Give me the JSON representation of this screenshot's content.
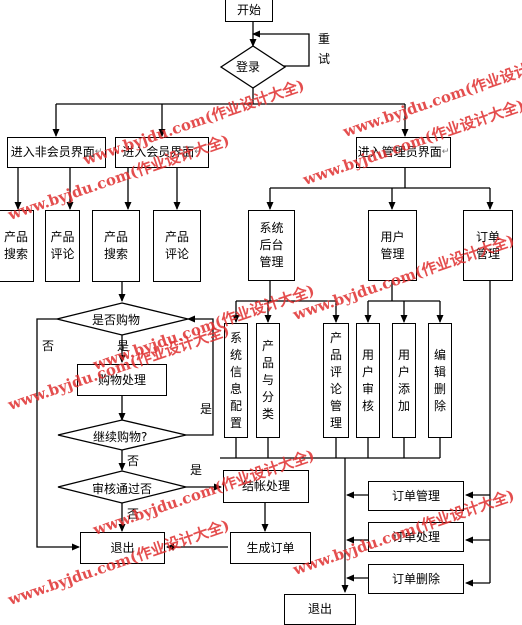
{
  "diagram": {
    "start": "开始",
    "login": "登录",
    "retry": [
      "重",
      "试"
    ],
    "non_member_ui": "进入非会员界面",
    "member_ui": "进入会员界面",
    "admin_ui": "进入管理员界面",
    "nm_search": [
      "产品",
      "搜索"
    ],
    "nm_review": [
      "产品",
      "评论"
    ],
    "m_search": [
      "产品",
      "搜索"
    ],
    "m_review": [
      "产品",
      "评论"
    ],
    "sys_backend": [
      "系统",
      "后台",
      "管理"
    ],
    "user_mgmt": [
      "用户",
      "管理"
    ],
    "order_mgmt": [
      "订单",
      "管理"
    ],
    "sys_config": [
      "系",
      "统",
      "信",
      "息",
      "配",
      "置"
    ],
    "product_category": [
      "产",
      "品",
      "与",
      "分",
      "类"
    ],
    "review_mgmt": [
      "产",
      "品",
      "评",
      "论",
      "管",
      "理"
    ],
    "user_audit": [
      "用",
      "户",
      "审",
      "核"
    ],
    "user_add": [
      "用",
      "户",
      "添",
      "加"
    ],
    "edit_delete": [
      "编",
      "辑",
      "删",
      "除"
    ],
    "is_shopping": "是否购物",
    "shopping_process": "购物处理",
    "continue_shopping": "继续购物?",
    "audit_passed": "审核通过否",
    "checkout": "结帐处理",
    "generate_order": "生成订单",
    "exit_left": "退出",
    "exit_bottom": "退出",
    "order_manage": "订单管理",
    "order_process": "订单处理",
    "order_delete": "订单删除",
    "yes": "是",
    "no": "否",
    "return_mark": "↵"
  },
  "watermark": {
    "text": "www.byjdu.com(作业设计大全)",
    "color": "#e03030"
  }
}
